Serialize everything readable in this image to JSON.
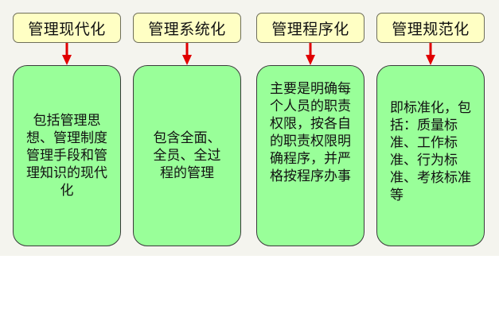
{
  "columns": [
    {
      "title": "管理现代化",
      "description": "包括管理思想、管理制度管理手段和管理知识的现代化"
    },
    {
      "title": "管理系统化",
      "description": "包含全面、全员、全过程的管理"
    },
    {
      "title": "管理程序化",
      "description": "主要是明确每个人员的职责权限，按各自的职责权限明确程序，并严格按程序办事"
    },
    {
      "title": "管理规范化",
      "description": "即标准化，包括：质量标准、工作标准、行为标准、考核标准等"
    }
  ],
  "colors": {
    "header_fill": "#ffffc4",
    "body_fill": "#99ff99",
    "arrow": "#e00000",
    "background": "#f4f4ee"
  }
}
